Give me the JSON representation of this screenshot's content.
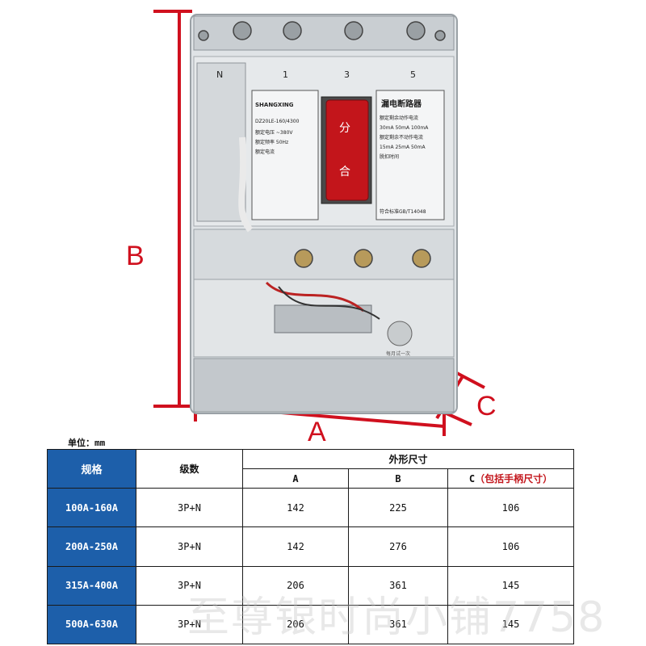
{
  "dimension_labels": {
    "a": "A",
    "b": "B",
    "c": "C"
  },
  "product": {
    "pole_labels": [
      "N",
      "1",
      "3",
      "5"
    ],
    "brand": "SHANGXING",
    "title_cn": "漏电断路器",
    "model": "DZ20LE-160/4300",
    "switch_labels": {
      "open": "分",
      "close": "合"
    },
    "rated_lines": [
      "额定电压 ~380V",
      "额定频率 50Hz",
      "额定电流"
    ],
    "right_lines": [
      "额定剩余动作电流",
      "30mA 50mA 100mA",
      "额定剩余不动作电流",
      "15mA 25mA 50mA",
      "脱扣时间"
    ],
    "standard": "符合标准GB/T14048",
    "test_label": "每月试一次"
  },
  "unit_label": "单位：mm",
  "table": {
    "headers": {
      "spec": "规格",
      "grade": "级数",
      "dims": "外形尺寸",
      "a": "A",
      "b": "B",
      "c_main": "C",
      "c_note": "（包括手柄尺寸）"
    },
    "rows": [
      {
        "spec": "100A-160A",
        "grade": "3P+N",
        "a": "142",
        "b": "225",
        "c": "106"
      },
      {
        "spec": "200A-250A",
        "grade": "3P+N",
        "a": "142",
        "b": "276",
        "c": "106"
      },
      {
        "spec": "315A-400A",
        "grade": "3P+N",
        "a": "206",
        "b": "361",
        "c": "145"
      },
      {
        "spec": "500A-630A",
        "grade": "3P+N",
        "a": "206",
        "b": "361",
        "c": "145"
      }
    ]
  },
  "watermark": "至尊银时尚小铺7758",
  "colors": {
    "dimension_red": "#d0101e",
    "header_blue": "#1d5faa",
    "switch_red": "#c3151b"
  }
}
